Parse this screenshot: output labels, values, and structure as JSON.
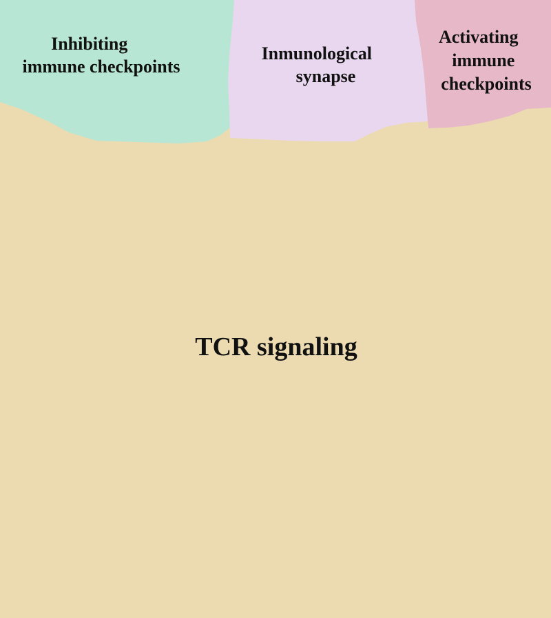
{
  "colors": {
    "background": "#ecdbb0",
    "inhibiting": "#b8e6d4",
    "synapse": "#e9d7f0",
    "activating": "#e7b8c8",
    "text": "#111111"
  },
  "regions": {
    "inhibiting": {
      "lines": [
        "Inhibiting",
        "immune checkpoints"
      ]
    },
    "synapse": {
      "lines": [
        "Inmunological",
        "synapse"
      ]
    },
    "activating": {
      "lines": [
        "Activating",
        "immune",
        "checkpoints"
      ]
    },
    "tcr": {
      "lines": [
        "TCR signaling"
      ]
    }
  }
}
